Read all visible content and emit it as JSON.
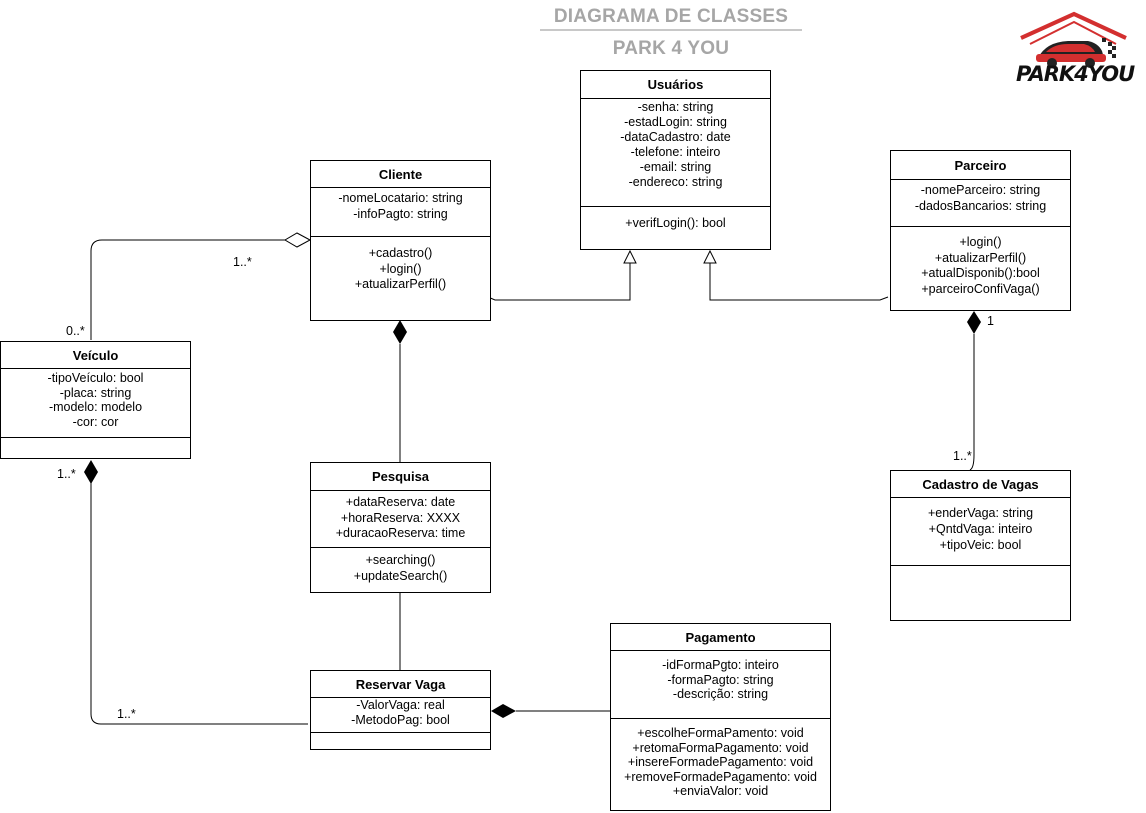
{
  "header": {
    "title": "DIAGRAMA DE CLASSES",
    "subtitle": "PARK 4 YOU"
  },
  "logo": {
    "text": "PARK4YOU",
    "icon": "house-car-logo",
    "color": "#d32f2f"
  },
  "classes": {
    "usuarios": {
      "name": "Usuários",
      "attributes": [
        "-senha: string",
        "-estadLogin: string",
        "-dataCadastro: date",
        "-telefone: inteiro",
        "-email: string",
        "-endereco: string"
      ],
      "operations": [
        "+verifLogin(): bool"
      ]
    },
    "cliente": {
      "name": "Cliente",
      "attributes": [
        "-nomeLocatario: string",
        "-infoPagto: string"
      ],
      "operations": [
        "+cadastro()",
        "+login()",
        "+atualizarPerfil()"
      ]
    },
    "parceiro": {
      "name": "Parceiro",
      "attributes": [
        "-nomeParceiro: string",
        "-dadosBancarios: string"
      ],
      "operations": [
        "+login()",
        "+atualizarPerfil()",
        "+atualDisponib():bool",
        "+parceiroConfiVaga()"
      ]
    },
    "veiculo": {
      "name": "Veículo",
      "attributes": [
        "-tipoVeículo: bool",
        "-placa: string",
        "-modelo: modelo",
        "-cor: cor"
      ],
      "operations": []
    },
    "pesquisa": {
      "name": "Pesquisa",
      "attributes": [
        "+dataReserva: date",
        "+horaReserva: XXXX",
        "+duracaoReserva: time"
      ],
      "operations": [
        "+searching()",
        "+updateSearch()"
      ]
    },
    "cadastro_vagas": {
      "name": "Cadastro de Vagas",
      "attributes": [
        "+enderVaga: string",
        "+QntdVaga: inteiro",
        "+tipoVeic: bool"
      ],
      "operations": []
    },
    "pagamento": {
      "name": "Pagamento",
      "attributes": [
        "-idFormaPgto: inteiro",
        "-formaPagto: string",
        "-descrição: string"
      ],
      "operations": [
        "+escolheFormaPamento: void",
        "+retomaFormaPagamento: void",
        "+insereFormadePagamento: void",
        "+removeFormadePagamento: void",
        "+enviaValor: void"
      ]
    },
    "reservar_vaga": {
      "name": "Reservar Vaga",
      "attributes": [
        "-ValorVaga: real",
        "-MetodoPag: bool"
      ],
      "operations": []
    }
  },
  "multiplicities": {
    "cliente_veiculo_cliente_end": "1..*",
    "cliente_veiculo_veiculo_end": "0..*",
    "parceiro_cadastro_parceiro_end": "1",
    "parceiro_cadastro_cadastro_end": "1..*",
    "veiculo_reserva_veiculo_end": "1..*",
    "veiculo_reserva_reserva_end": "1..*"
  }
}
